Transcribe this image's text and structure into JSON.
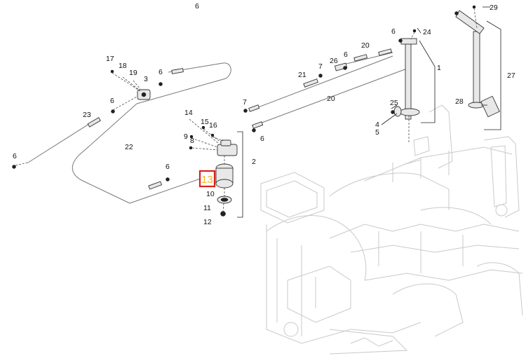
{
  "diagram": {
    "highlight": {
      "label": "13",
      "border_color": "#d9221c",
      "text_color": "#f2b52a"
    },
    "callouts": [
      {
        "id": "c1",
        "text": "1"
      },
      {
        "id": "c2",
        "text": "2"
      },
      {
        "id": "c3",
        "text": "3"
      },
      {
        "id": "c4",
        "text": "4"
      },
      {
        "id": "c5",
        "text": "5"
      },
      {
        "id": "c6a",
        "text": "6"
      },
      {
        "id": "c6b",
        "text": "6"
      },
      {
        "id": "c6c",
        "text": "6"
      },
      {
        "id": "c6d",
        "text": "6"
      },
      {
        "id": "c6e",
        "text": "6"
      },
      {
        "id": "c6f",
        "text": "6"
      },
      {
        "id": "c6g",
        "text": "6"
      },
      {
        "id": "c6h",
        "text": "6"
      },
      {
        "id": "c7a",
        "text": "7"
      },
      {
        "id": "c7b",
        "text": "7"
      },
      {
        "id": "c8",
        "text": "8"
      },
      {
        "id": "c9",
        "text": "9"
      },
      {
        "id": "c10",
        "text": "10"
      },
      {
        "id": "c11",
        "text": "11"
      },
      {
        "id": "c12",
        "text": "12"
      },
      {
        "id": "c14",
        "text": "14"
      },
      {
        "id": "c15",
        "text": "15"
      },
      {
        "id": "c16",
        "text": "16"
      },
      {
        "id": "c17",
        "text": "17"
      },
      {
        "id": "c18",
        "text": "18"
      },
      {
        "id": "c19",
        "text": "19"
      },
      {
        "id": "c20a",
        "text": "20"
      },
      {
        "id": "c20b",
        "text": "20"
      },
      {
        "id": "c21",
        "text": "21"
      },
      {
        "id": "c22",
        "text": "22"
      },
      {
        "id": "c23",
        "text": "23"
      },
      {
        "id": "c24",
        "text": "24"
      },
      {
        "id": "c25",
        "text": "25"
      },
      {
        "id": "c26",
        "text": "26"
      },
      {
        "id": "c27",
        "text": "27"
      },
      {
        "id": "c28",
        "text": "28"
      },
      {
        "id": "c29",
        "text": "29"
      }
    ]
  }
}
